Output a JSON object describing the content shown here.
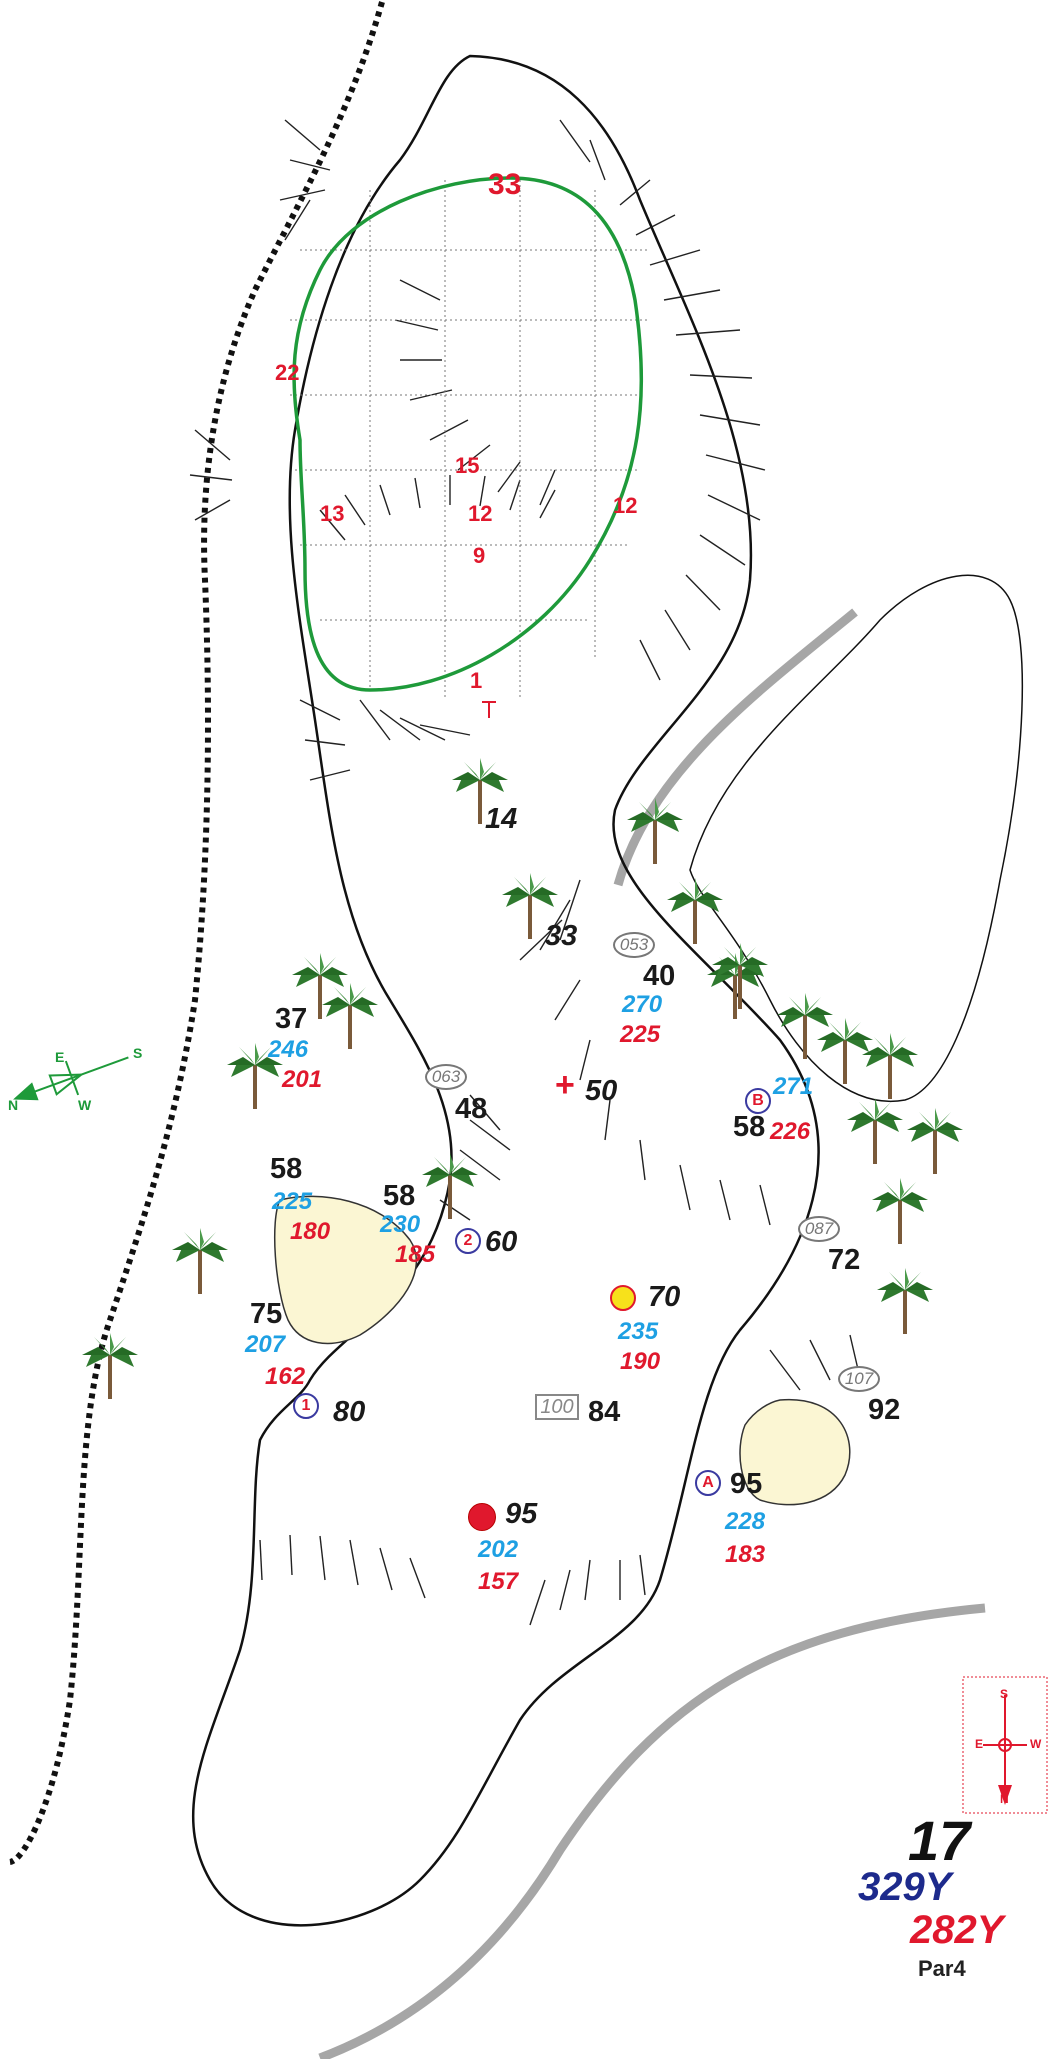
{
  "hole": {
    "number": "17",
    "yards_back": "329Y",
    "yards_front": "282Y",
    "par": "Par4"
  },
  "green_depths": [
    "33",
    "22",
    "15",
    "13",
    "12",
    "12",
    "9",
    "1"
  ],
  "markers": {
    "palm_14": "14",
    "palm_33": "33",
    "left_trees": {
      "black": "37",
      "blue": "246",
      "red": "201"
    },
    "sprinkler_063": {
      "tag": "063",
      "value": "48"
    },
    "center_cross": "50",
    "sprinkler_053": {
      "tag": "053",
      "value": "40",
      "blue": "270",
      "red": "225"
    },
    "marker_B": {
      "letter": "B",
      "blue": "271",
      "red": "226",
      "black": "58"
    },
    "bunker_left_top": {
      "black": "58",
      "blue": "225",
      "red": "180"
    },
    "bunker_left_mid": {
      "black": "58",
      "blue": "230",
      "red": "185"
    },
    "marker_2": {
      "letter": "2",
      "value": "60"
    },
    "sprinkler_087": {
      "tag": "087",
      "value": "72"
    },
    "yellow_dot": {
      "value": "70",
      "blue": "235",
      "red": "190",
      "color": "#f7e11b"
    },
    "bunker_left_low": {
      "black": "75",
      "blue": "207",
      "red": "162"
    },
    "marker_1": {
      "letter": "1",
      "value": "80"
    },
    "box_100": {
      "tag": "100",
      "value": "84"
    },
    "sprinkler_107": {
      "tag": "107",
      "value": "92"
    },
    "marker_A": {
      "letter": "A",
      "value": "95",
      "blue": "228",
      "red": "183"
    },
    "red_dot": {
      "value": "95",
      "blue": "202",
      "red": "157",
      "color": "#e0182d"
    }
  },
  "compass_letters": {
    "north": "N",
    "south": "S",
    "east": "E",
    "west": "W"
  },
  "colors": {
    "green_outline": "#1e9a3a",
    "bunker_fill": "#fbf6d3",
    "cart_path": "#a6a6a6",
    "blue_tee": "#1ea0e3",
    "red_tee": "#e0182d",
    "hole_blue": "#1d2a8c"
  }
}
